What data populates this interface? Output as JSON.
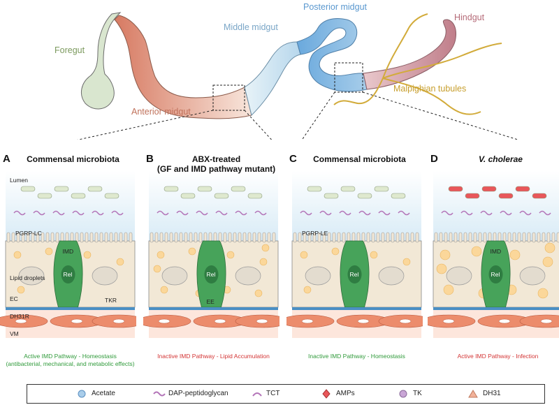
{
  "gut": {
    "foregut": "Foregut",
    "anterior_midgut": "Anterior midgut",
    "middle_midgut": "Middle midgut",
    "posterior_midgut": "Posterior midgut",
    "hindgut": "Hindgut",
    "malpighian": "Malpighian tubules"
  },
  "panels": [
    {
      "letter": "A",
      "title": "Commensal microbiota",
      "caption": "Active IMD Pathway - Homeostasis",
      "caption2": "(antibacterial, mechanical, and metabolic effects)",
      "caption_color": "green"
    },
    {
      "letter": "B",
      "title": "ABX-treated",
      "title2": "(GF and IMD pathway mutant)",
      "caption": "Inactive IMD Pathway - Lipid Accumulation",
      "caption_color": "red"
    },
    {
      "letter": "C",
      "title": "Commensal microbiota",
      "caption": "Inactive IMD Pathway - Homeostasis",
      "caption_color": "green"
    },
    {
      "letter": "D",
      "title": "V. cholerae",
      "caption": "Active IMD Pathway - Infection",
      "caption_color": "red"
    }
  ],
  "labels": {
    "lumen": "Lumen",
    "pgrp_lc": "PGRP-LC",
    "pgrp_le": "PGRP-LE",
    "imd": "IMD",
    "rel": "Rel",
    "lipid": "Lipid droplets",
    "ec": "EC",
    "ee": "EE",
    "tkr": "TKR",
    "dh31r": "DH31R",
    "vm": "VM"
  },
  "legend": [
    {
      "label": "Acetate",
      "icon": "blue-circle"
    },
    {
      "label": "DAP-peptidoglycan",
      "icon": "purple-wave"
    },
    {
      "label": "TCT",
      "icon": "purple-arc"
    },
    {
      "label": "AMPs",
      "icon": "red-diamond"
    },
    {
      "label": "TK",
      "icon": "lilac-circle"
    },
    {
      "label": "DH31",
      "icon": "salmon-triangle"
    }
  ],
  "colors": {
    "foregut": "#d9e6cf",
    "anterior": "#e8a08c",
    "middle": "#c8e2ef",
    "posterior": "#7fb6e2",
    "hindgut": "#c98a94",
    "malpighian": "#d2ab3a",
    "ec_cell": "#f2e8d6",
    "ee_cell": "#3f9a4e",
    "muscle": "#ec8c6c",
    "green_text": "#2f9a3a",
    "red_text": "#d33434"
  }
}
